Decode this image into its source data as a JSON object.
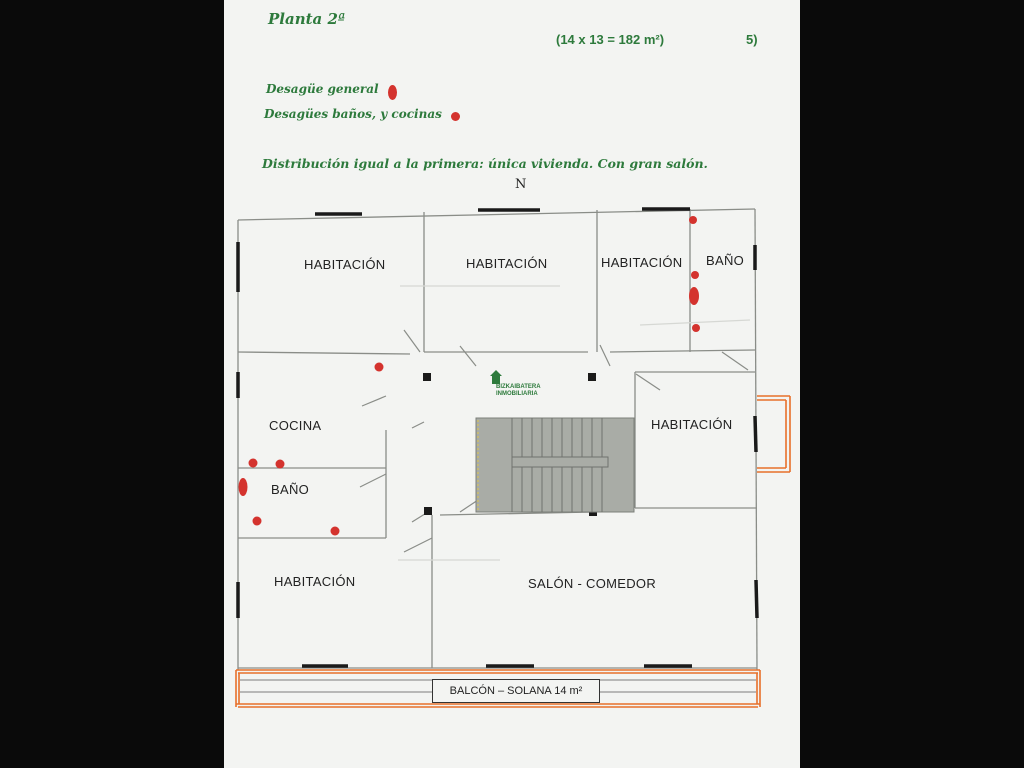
{
  "header": {
    "floor_title": "Planta 2ª",
    "area_formula": "(14 x 13 = 182 m²)",
    "page_number": "5)"
  },
  "legend": {
    "general_drain": "Desagüe general",
    "bathroom_kitchen_drains": "Desagües baños, y cocinas",
    "marker_color": "#d4332e"
  },
  "note": "Distribución igual a la primera: única vivienda. Con gran salón.",
  "compass": "N",
  "logo": {
    "line1": "BIZKAIBATERA",
    "line2": "INMOBILIARIA",
    "color_primary": "#2d7a3c",
    "color_secondary": "#c0392b"
  },
  "rooms": [
    {
      "id": "habitacion-1",
      "label": "HABITACIÓN"
    },
    {
      "id": "habitacion-2",
      "label": "HABITACIÓN"
    },
    {
      "id": "habitacion-3",
      "label": "HABITACIÓN"
    },
    {
      "id": "bano-1",
      "label": "BAÑO"
    },
    {
      "id": "cocina",
      "label": "COCINA"
    },
    {
      "id": "habitacion-4",
      "label": "HABITACIÓN"
    },
    {
      "id": "bano-2",
      "label": "BAÑO"
    },
    {
      "id": "habitacion-5",
      "label": "HABITACIÓN"
    },
    {
      "id": "salon-comedor",
      "label": "SALÓN - COMEDOR"
    }
  ],
  "balcony": "BALCÓN – SOLANA 14 m²",
  "colors": {
    "text_green": "#2d7a3c",
    "drain_red": "#d4332e",
    "balcony_orange": "#e8702a",
    "stair_gray": "#a9aca6"
  }
}
